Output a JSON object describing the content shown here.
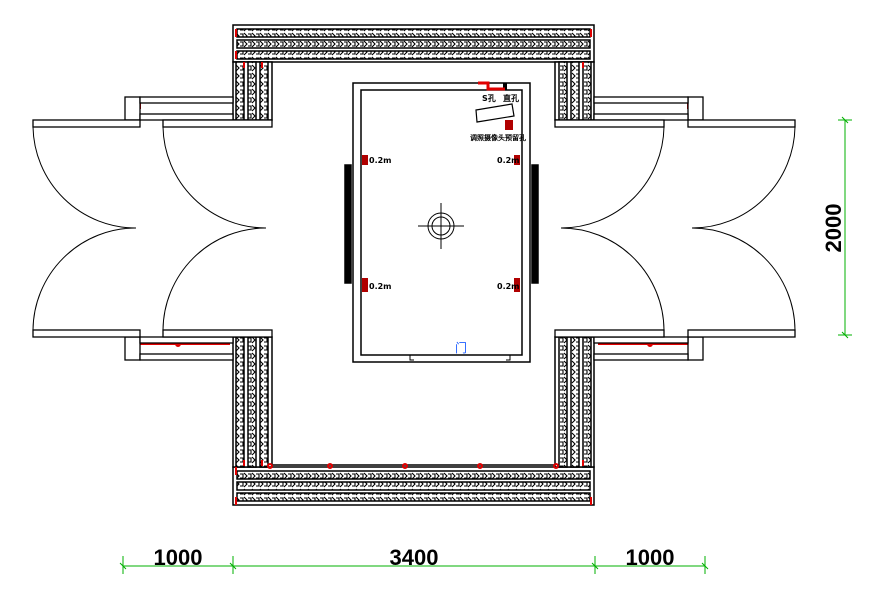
{
  "drawing": {
    "labels": {
      "s_hole": "S孔",
      "straight_hole": "直孔",
      "camera_hole": "调照摄像头预留孔",
      "clearance_tl": "0.2m",
      "clearance_tr": "0.2m",
      "clearance_bl": "0.2m",
      "clearance_br": "0.2m",
      "door": "门"
    },
    "dimensions": {
      "left_width": "1000",
      "center_width": "3400",
      "right_width": "1000",
      "height": "2000"
    },
    "colors": {
      "line": "#000000",
      "accent": "#e00000",
      "dimension": "#00b000",
      "door_label": "#2060ff",
      "label_orange": "#c06000"
    }
  }
}
